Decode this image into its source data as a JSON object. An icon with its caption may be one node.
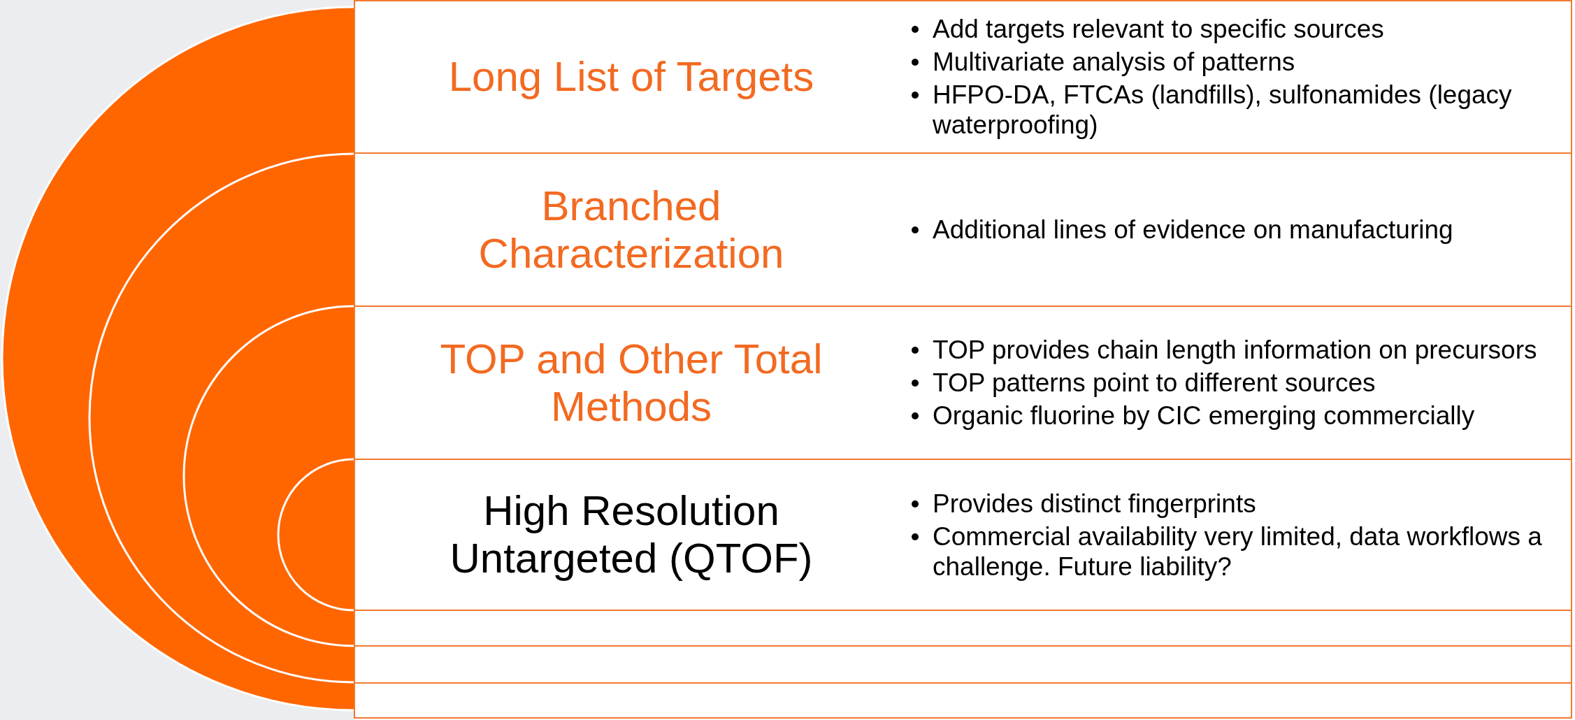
{
  "diagram": {
    "nodes": [
      {
        "text": [
          "Long List of Targets",
          "Add targets relevant to specific sources",
          "Multivariate analysis of patterns",
          "HFPO-DA, FTCAs (landfills), sulfonamides (legacy waterproofing)"
        ]
      },
      {
        "text": [
          "Branched Characterization",
          "Additional lines of evidence on manufacturing"
        ]
      },
      {
        "text": [
          "TOP and Other Total Methods",
          "TOP provides chain length information on precursors",
          "TOP patterns point to different sources",
          "Organic fluorine by CIC emerging commercially"
        ]
      },
      {
        "text": [
          "High Resolution Untargeted (QTOF)",
          "Provides distinct fingerprints",
          "Commercial availability very limited, data workflows a challenge. Future liability?"
        ]
      }
    ]
  }
}
